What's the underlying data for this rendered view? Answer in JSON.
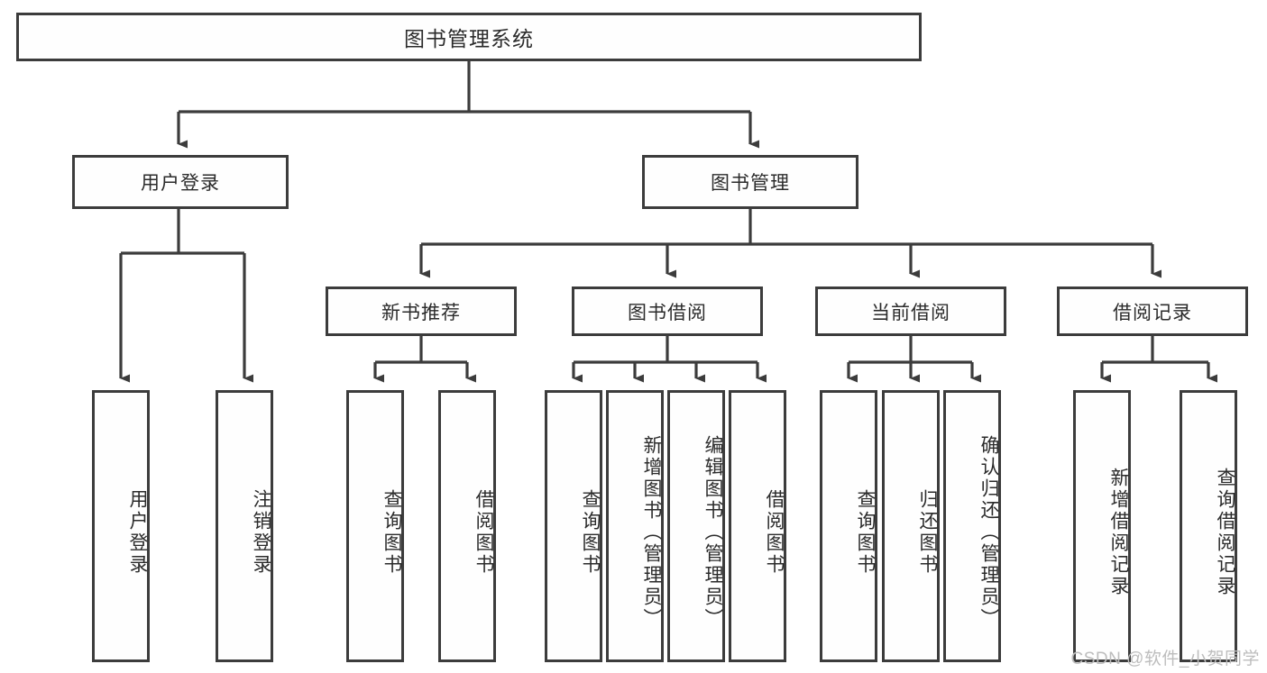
{
  "diagram": {
    "title": "图书管理系统",
    "type": "tree-hierarchy-chart",
    "root": {
      "id": "root",
      "label": "图书管理系统"
    },
    "level1": [
      {
        "id": "user-login",
        "label": "用户登录"
      },
      {
        "id": "book-management",
        "label": "图书管理"
      }
    ],
    "level2": [
      {
        "id": "new-book-recommend",
        "label": "新书推荐",
        "parent": "book-management"
      },
      {
        "id": "book-borrow",
        "label": "图书借阅",
        "parent": "book-management"
      },
      {
        "id": "current-borrow",
        "label": "当前借阅",
        "parent": "book-management"
      },
      {
        "id": "borrow-record",
        "label": "借阅记录",
        "parent": "book-management"
      }
    ],
    "leaves": [
      {
        "id": "leaf-user-login",
        "label": "用户登录",
        "parent": "user-login"
      },
      {
        "id": "leaf-logout-login",
        "label": "注销登录",
        "parent": "user-login"
      },
      {
        "id": "leaf-query-book-1",
        "label": "查询图书",
        "parent": "new-book-recommend"
      },
      {
        "id": "leaf-borrow-book-1",
        "label": "借阅图书",
        "parent": "new-book-recommend"
      },
      {
        "id": "leaf-query-book-2",
        "label": "查询图书",
        "parent": "book-borrow"
      },
      {
        "id": "leaf-add-book",
        "label": "新增图书（管理员）",
        "parent": "book-borrow"
      },
      {
        "id": "leaf-edit-book",
        "label": "编辑图书（管理员）",
        "parent": "book-borrow"
      },
      {
        "id": "leaf-borrow-book-2",
        "label": "借阅图书",
        "parent": "book-borrow"
      },
      {
        "id": "leaf-query-book-3",
        "label": "查询图书",
        "parent": "current-borrow"
      },
      {
        "id": "leaf-return-book",
        "label": "归还图书",
        "parent": "current-borrow"
      },
      {
        "id": "leaf-confirm-return",
        "label": "确认归还（管理员）",
        "parent": "current-borrow"
      },
      {
        "id": "leaf-add-record",
        "label": "新增借阅记录",
        "parent": "borrow-record"
      },
      {
        "id": "leaf-query-record",
        "label": "查询借阅记录",
        "parent": "borrow-record"
      }
    ]
  },
  "watermark": {
    "text": "CSDN @软件_小贺同学"
  },
  "colors": {
    "border": "#3c3c3c",
    "text": "#2b2b2b",
    "background": "#ffffff",
    "watermark": "#bdbdbd"
  }
}
